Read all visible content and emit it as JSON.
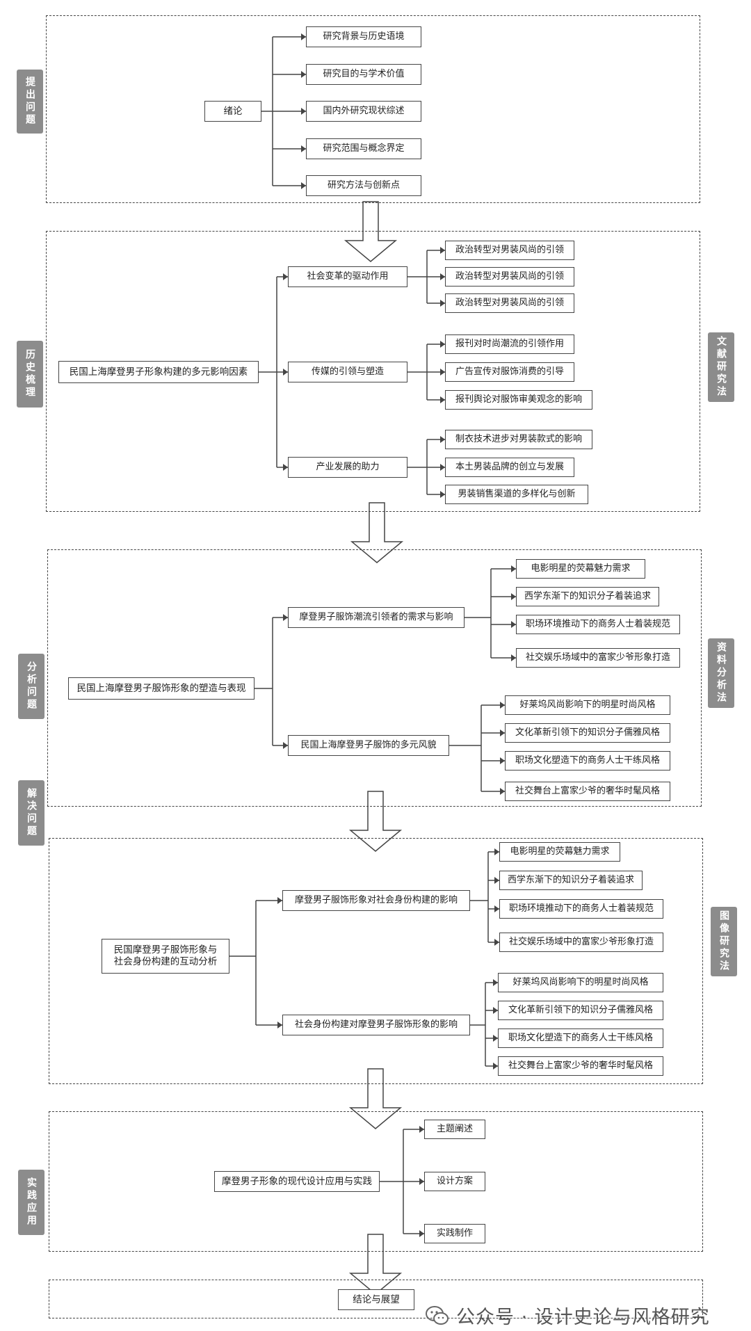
{
  "sections": {
    "s1": {
      "root": "绪论",
      "items": [
        "研究背景与历史语境",
        "研究目的与学术价值",
        "国内外研究现状综述",
        "研究范围与概念界定",
        "研究方法与创新点"
      ]
    },
    "s2": {
      "root": "民国上海摩登男子形象构建的多元影响因素",
      "branches": [
        {
          "label": "社会变革的驱动作用",
          "items": [
            "政治转型对男装风尚的引领",
            "政治转型对男装风尚的引领",
            "政治转型对男装风尚的引领"
          ]
        },
        {
          "label": "传媒的引领与塑造",
          "items": [
            "报刊对时尚潮流的引领作用",
            "广告宣传对服饰消费的引导",
            "报刊舆论对服饰审美观念的影响"
          ]
        },
        {
          "label": "产业发展的助力",
          "items": [
            "制衣技术进步对男装款式的影响",
            "本土男装品牌的创立与发展",
            "男装销售渠道的多样化与创新"
          ]
        }
      ]
    },
    "s3": {
      "root": "民国上海摩登男子服饰形象的塑造与表现",
      "branches": [
        {
          "label": "摩登男子服饰潮流引领者的需求与影响",
          "items": [
            "电影明星的荧幕魅力需求",
            "西学东渐下的知识分子着装追求",
            "职场环境推动下的商务人士着装规范",
            "社交娱乐场域中的富家少爷形象打造"
          ]
        },
        {
          "label": "民国上海摩登男子服饰的多元风貌",
          "items": [
            "好莱坞风尚影响下的明星时尚风格",
            "文化革新引领下的知识分子儒雅风格",
            "职场文化塑造下的商务人士干练风格",
            "社交舞台上富家少爷的奢华时髦风格"
          ]
        }
      ]
    },
    "s4": {
      "root": "民国摩登男子服饰形象与\n社会身份构建的互动分析",
      "branches": [
        {
          "label": "摩登男子服饰形象对社会身份构建的影响",
          "items": [
            "电影明星的荧幕魅力需求",
            "西学东渐下的知识分子着装追求",
            "职场环境推动下的商务人士着装规范",
            "社交娱乐场域中的富家少爷形象打造"
          ]
        },
        {
          "label": "社会身份构建对摩登男子服饰形象的影响",
          "items": [
            "好莱坞风尚影响下的明星时尚风格",
            "文化革新引领下的知识分子儒雅风格",
            "职场文化塑造下的商务人士干练风格",
            "社交舞台上富家少爷的奢华时髦风格"
          ]
        }
      ]
    },
    "s5": {
      "root": "摩登男子形象的现代设计应用与实践",
      "items": [
        "主题阐述",
        "设计方案",
        "实践制作"
      ]
    },
    "s6": {
      "root": "结论与展望"
    }
  },
  "side_labels": {
    "left": [
      "提出问题",
      "历史梳理",
      "分析问题",
      "解决问题",
      "实践应用"
    ],
    "right": [
      "文献研究法",
      "资料分析法",
      "图像研究法"
    ]
  },
  "watermark": "公众号 · 设计史论与风格研究"
}
